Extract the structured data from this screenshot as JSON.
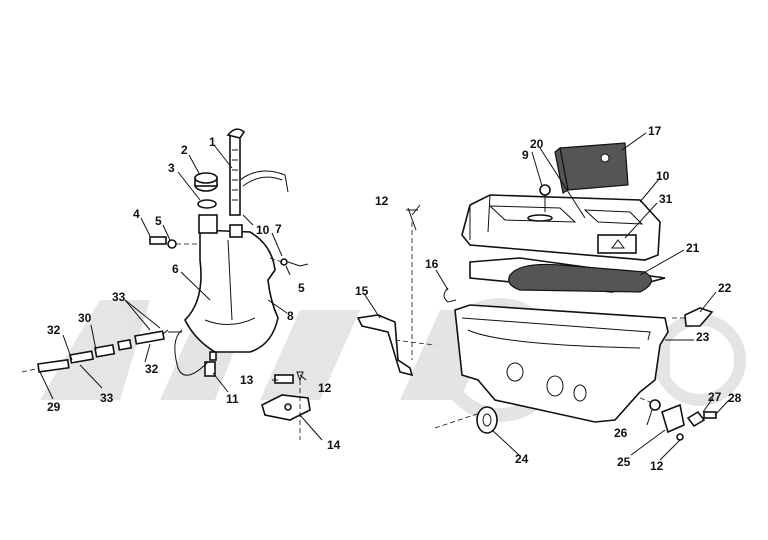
{
  "callouts": {
    "c1": "1",
    "c2": "2",
    "c3": "3",
    "c4": "4",
    "c5a": "5",
    "c5b": "5",
    "c6": "6",
    "c7": "7",
    "c8": "8",
    "c10a": "10",
    "c10b": "10",
    "c11": "11",
    "c12a": "12",
    "c12b": "12",
    "c12c": "12",
    "c13": "13",
    "c14": "14",
    "c15": "15",
    "c16": "16",
    "c17": "17",
    "c9": "9",
    "c20": "20",
    "c21": "21",
    "c22": "22",
    "c23": "23",
    "c24": "24",
    "c25": "25",
    "c26": "26",
    "c27": "27",
    "c28": "28",
    "c29": "29",
    "c30": "30",
    "c31": "31",
    "c32a": "32",
    "c32b": "32",
    "c33a": "33",
    "c33b": "33"
  }
}
